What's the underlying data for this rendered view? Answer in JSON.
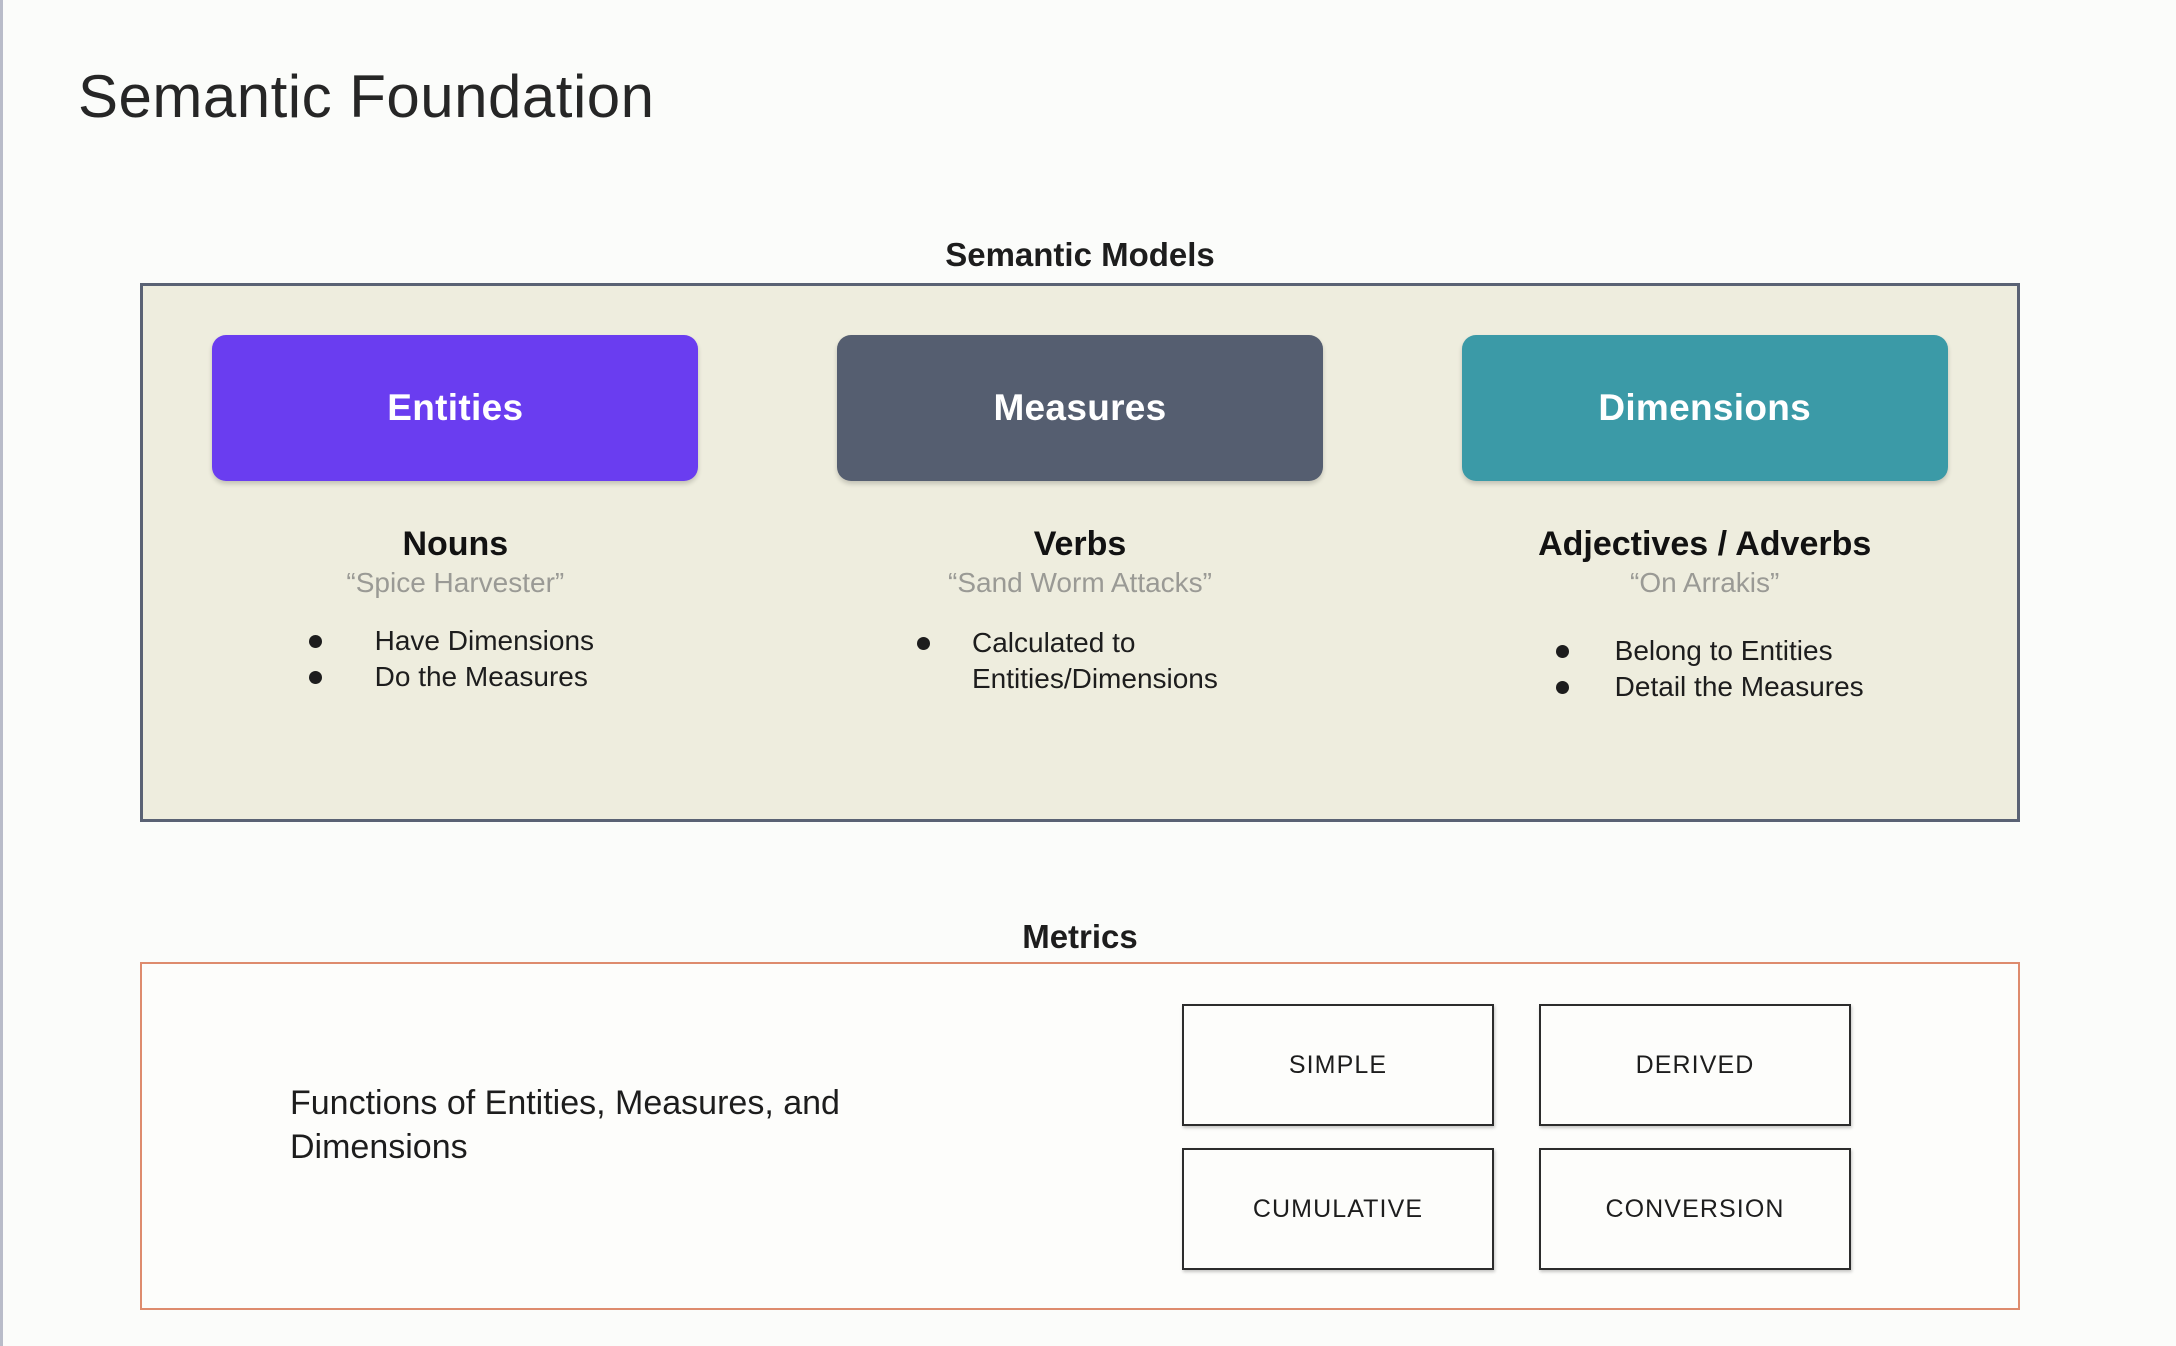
{
  "page": {
    "title": "Semantic Foundation",
    "background_color": "#fbfcfa"
  },
  "semantic_models": {
    "heading": "Semantic Models",
    "panel_bg_color": "#eeedde",
    "panel_border_color": "#5a6274",
    "columns": [
      {
        "chip_label": "Entities",
        "chip_color": "#6a3df0",
        "part_of_speech": "Nouns",
        "example": "“Spice Harvester”",
        "bullets": [
          "Have Dimensions",
          "Do the Measures"
        ]
      },
      {
        "chip_label": "Measures",
        "chip_color": "#555e70",
        "part_of_speech": "Verbs",
        "example": "“Sand Worm Attacks”",
        "bullets": [
          "Calculated to Entities/Dimensions"
        ]
      },
      {
        "chip_label": "Dimensions",
        "chip_color": "#3b9aa7",
        "part_of_speech": "Adjectives / Adverbs",
        "example": "“On Arrakis”",
        "bullets": [
          "Belong to Entities",
          "Detail the Measures"
        ]
      }
    ]
  },
  "metrics": {
    "heading": "Metrics",
    "panel_border_color": "#de8b6d",
    "description": "Functions of Entities, Measures, and Dimensions",
    "types": [
      "SIMPLE",
      "DERIVED",
      "CUMULATIVE",
      "CONVERSION"
    ]
  }
}
